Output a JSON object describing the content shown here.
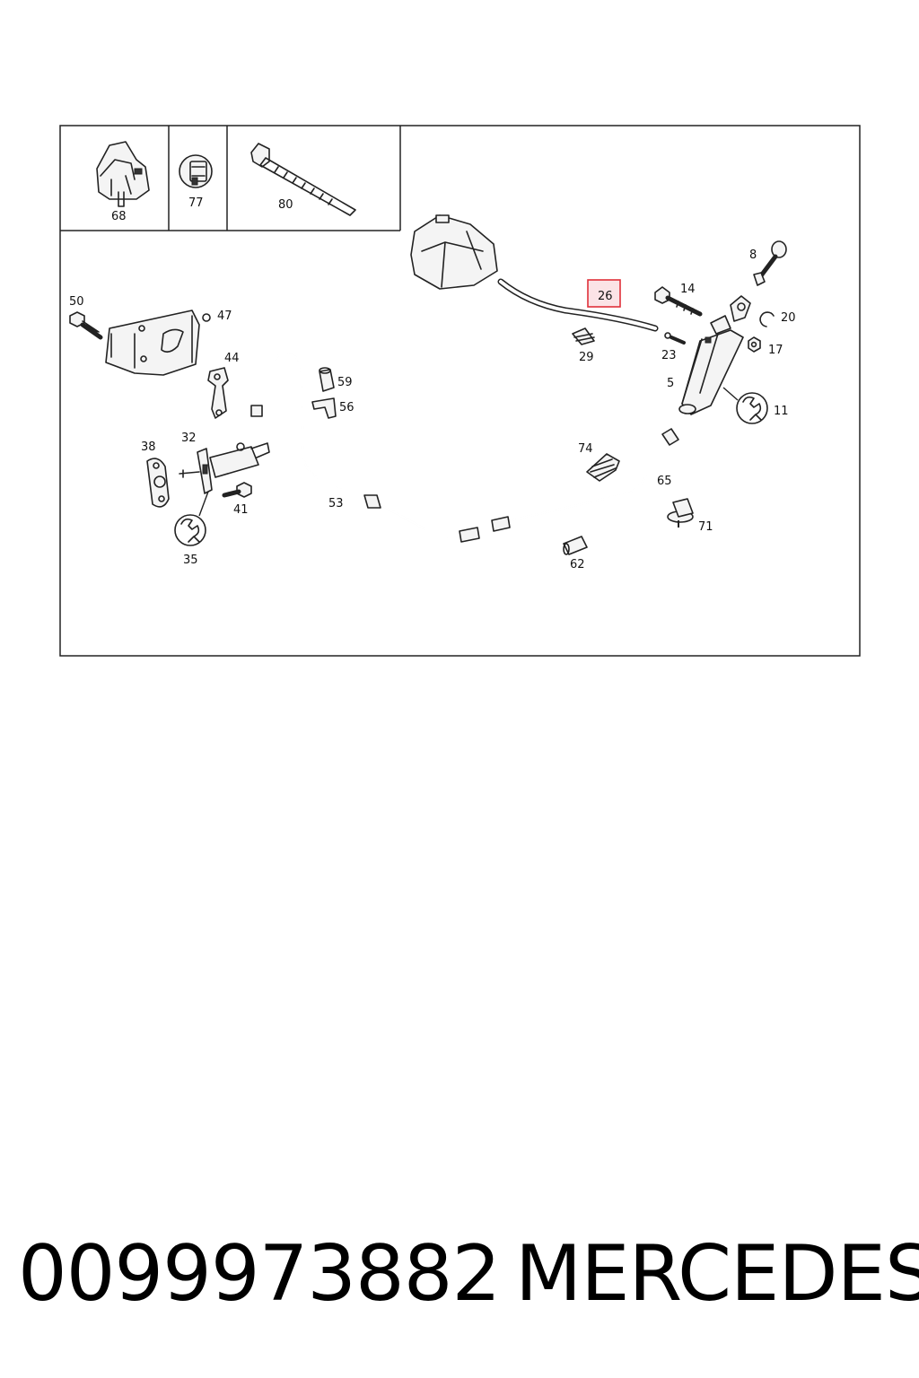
{
  "diagram": {
    "highlighted_part": "26",
    "inset_labels": {
      "p68": "68",
      "p77": "77",
      "p80": "80"
    },
    "labels": {
      "p50": "50",
      "p47": "47",
      "p44": "44",
      "p38": "38",
      "p32": "32",
      "p41": "41",
      "p35": "35",
      "p59": "59",
      "p56": "56",
      "p53": "53",
      "p26": "26",
      "p29": "29",
      "p14": "14",
      "p23": "23",
      "p8": "8",
      "p20": "20",
      "p17": "17",
      "p5": "5",
      "p11": "11",
      "p74": "74",
      "p65": "65",
      "p71": "71",
      "p62": "62"
    },
    "colors": {
      "highlight_border": "#e0303a",
      "highlight_fill": "#fbe3e6",
      "line": "#222222"
    }
  },
  "caption": {
    "part_number": "0099973882",
    "brand": "MERCEDES"
  }
}
